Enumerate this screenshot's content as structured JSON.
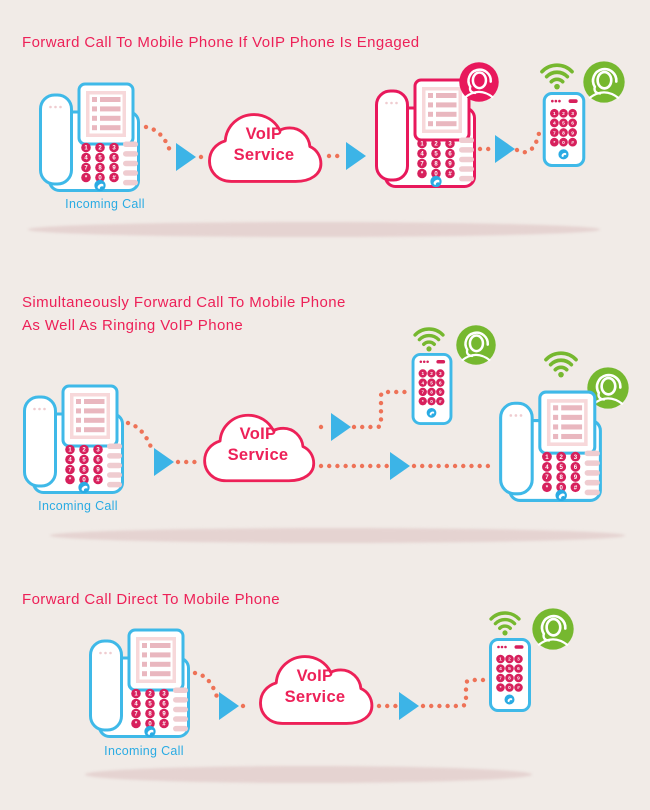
{
  "colors": {
    "background": "#f1ebe7",
    "title": "#ed2158",
    "phone_blue": "#3fb9e8",
    "phone_red": "#e8185c",
    "keypad": "#d7205c",
    "green": "#76b82f",
    "salmon": "#ee7257",
    "arrow": "#3cb4e7",
    "pink_bar": "#efccd0",
    "screen_pink": "#e9b7bf",
    "screen_panel": "#f7d8da",
    "shadow": "#e5d3d1",
    "label_blue": "#2aabe3"
  },
  "keypad_digits": [
    "1",
    "2",
    "3",
    "4",
    "5",
    "6",
    "7",
    "8",
    "9",
    "*",
    "0",
    "#"
  ],
  "icons": {
    "wifi": "wifi-signal",
    "green_badge": "ringing-agent-headset",
    "red_badge": "engaged-agent-headset",
    "arrow": "forward-triangle",
    "phone_button": "phone-receiver"
  },
  "sections": [
    {
      "title": "Forward Call To Mobile Phone If VoIP Phone Is Engaged",
      "incoming_call_label": "Incoming Call",
      "cloud": {
        "line1": "VoIP",
        "line2": "Service"
      }
    },
    {
      "title": "Simultaneously Forward Call To Mobile Phone",
      "title_line2": "As Well As Ringing VoIP Phone",
      "incoming_call_label": "Incoming Call",
      "cloud": {
        "line1": "VoIP",
        "line2": "Service"
      }
    },
    {
      "title": "Forward Call Direct To Mobile Phone",
      "incoming_call_label": "Incoming Call",
      "cloud": {
        "line1": "VoIP",
        "line2": "Service"
      }
    }
  ]
}
